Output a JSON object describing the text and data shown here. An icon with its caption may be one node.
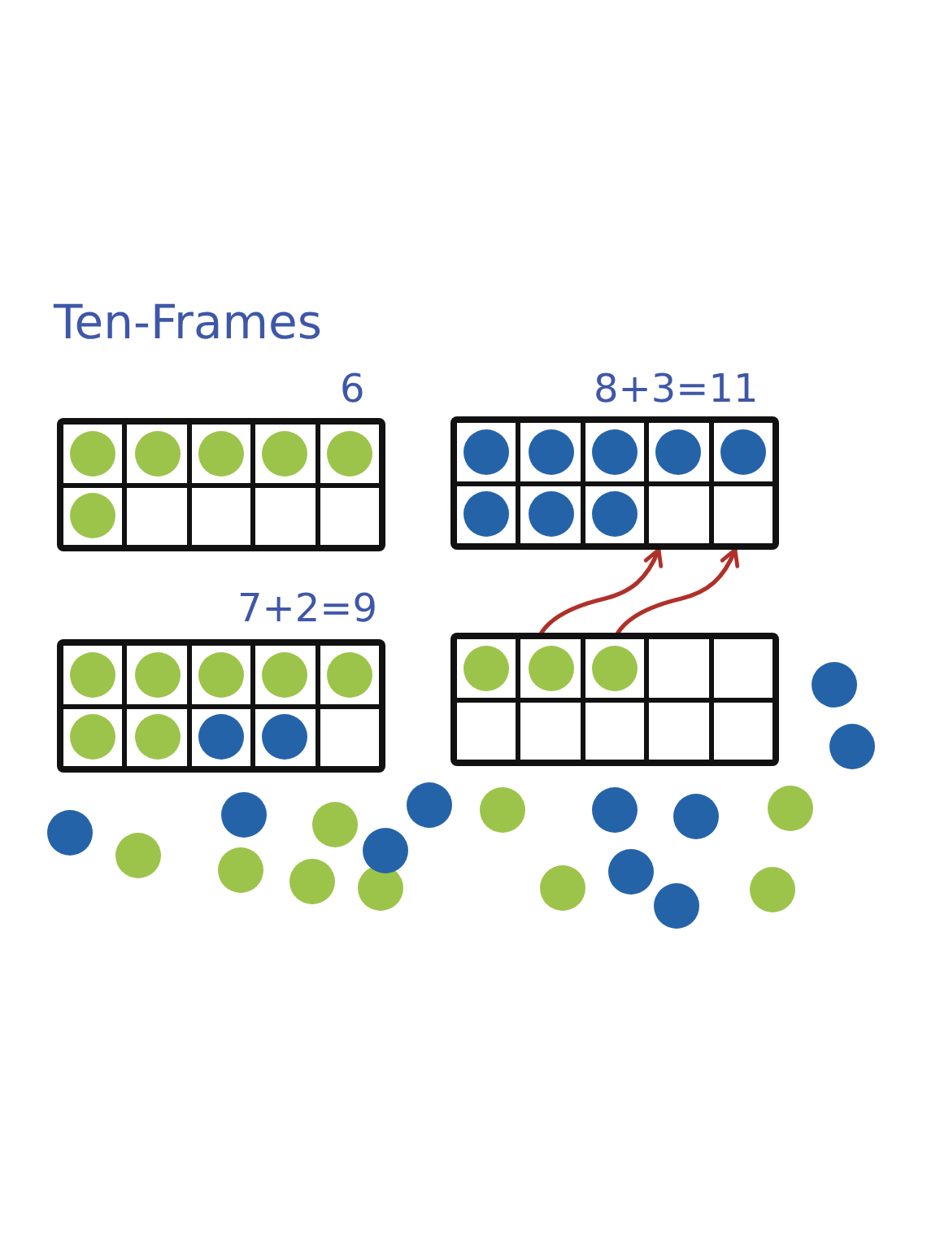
{
  "diagram": {
    "title": "Ten-Frames",
    "nodes": [
      {
        "text": [],
        "shape": "box",
        "beside": [
          "6"
        ]
      },
      {
        "text": [],
        "shape": "box",
        "beside": [
          "8+3=11"
        ]
      },
      {
        "text": [],
        "shape": "box",
        "beside": [
          "7+2=9"
        ]
      },
      {
        "text": [],
        "shape": "box"
      }
    ],
    "edges": [
      {
        "from": 3,
        "to": 1,
        "arrow": "to"
      },
      {
        "from": 3,
        "to": 1,
        "arrow": "to"
      }
    ]
  }
}
